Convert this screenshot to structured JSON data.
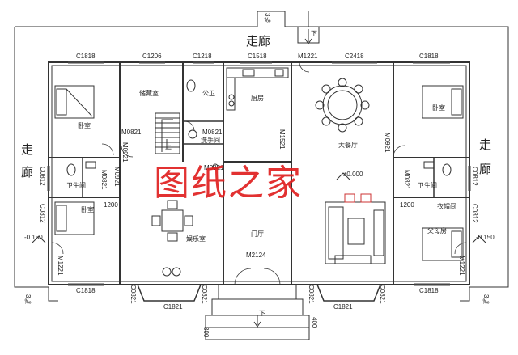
{
  "corridors": {
    "top": "走廊",
    "left_1": "走",
    "left_2": "廊",
    "right_1": "走",
    "right_2": "廊"
  },
  "rooms": {
    "bedroom_tl": "卧室",
    "storage": "储藏室",
    "toilet_public": "公卫",
    "kitchen": "厨房",
    "dining": "大餐厅",
    "bedroom_tr": "卧室",
    "laundry": "洗手间",
    "bath_left": "卫生间",
    "bedroom_bl": "卧室",
    "entertainment": "娱乐室",
    "foyer": "门厅",
    "bath_right": "卫生间",
    "closet": "衣帽间",
    "master_bedroom": "父母房"
  },
  "codes": {
    "c1818_tl": "C1818",
    "c1206": "C1206",
    "c1218": "C1218",
    "c1518": "C1518",
    "m1221_top": "M1221",
    "c2418": "C2418",
    "c1818_tr": "C1818",
    "m0821_a": "M0821",
    "m0821_b": "M0821",
    "m0921_l": "M0921",
    "m1521": "M1521",
    "m0921_r": "M0921",
    "m0821_c": "M0821",
    "m0921_l2": "M0921",
    "m0821_d": "M0821",
    "c0812_l": "C0812",
    "c0812_l2": "C0812",
    "c1200_l": "1200",
    "c1200_r": "1200",
    "c0812_r": "C0812",
    "c0812_r2": "C0812",
    "m0821_r": "M0821",
    "m1221_bl": "M1221",
    "m2124": "M2124",
    "m1221_br": "M1221",
    "c1818_bl": "C1818",
    "c0821_a": "C0821",
    "c1821_l": "C1821",
    "c0821_b": "C0821",
    "c0821_c": "C0821",
    "c1821_r": "C1821",
    "c0821_d": "C0821",
    "c1818_br": "C1818",
    "step_300": "300",
    "step_400": "400",
    "elev_l": "-0.150",
    "elev_r": "-0.150",
    "elev_0": "±0.000",
    "pct_top": "3‰",
    "pct_bl": "3‰",
    "pct_br": "3‰"
  },
  "down_labels": {
    "top": "下",
    "stair": "上",
    "front": "下"
  },
  "watermark": "图纸之家"
}
